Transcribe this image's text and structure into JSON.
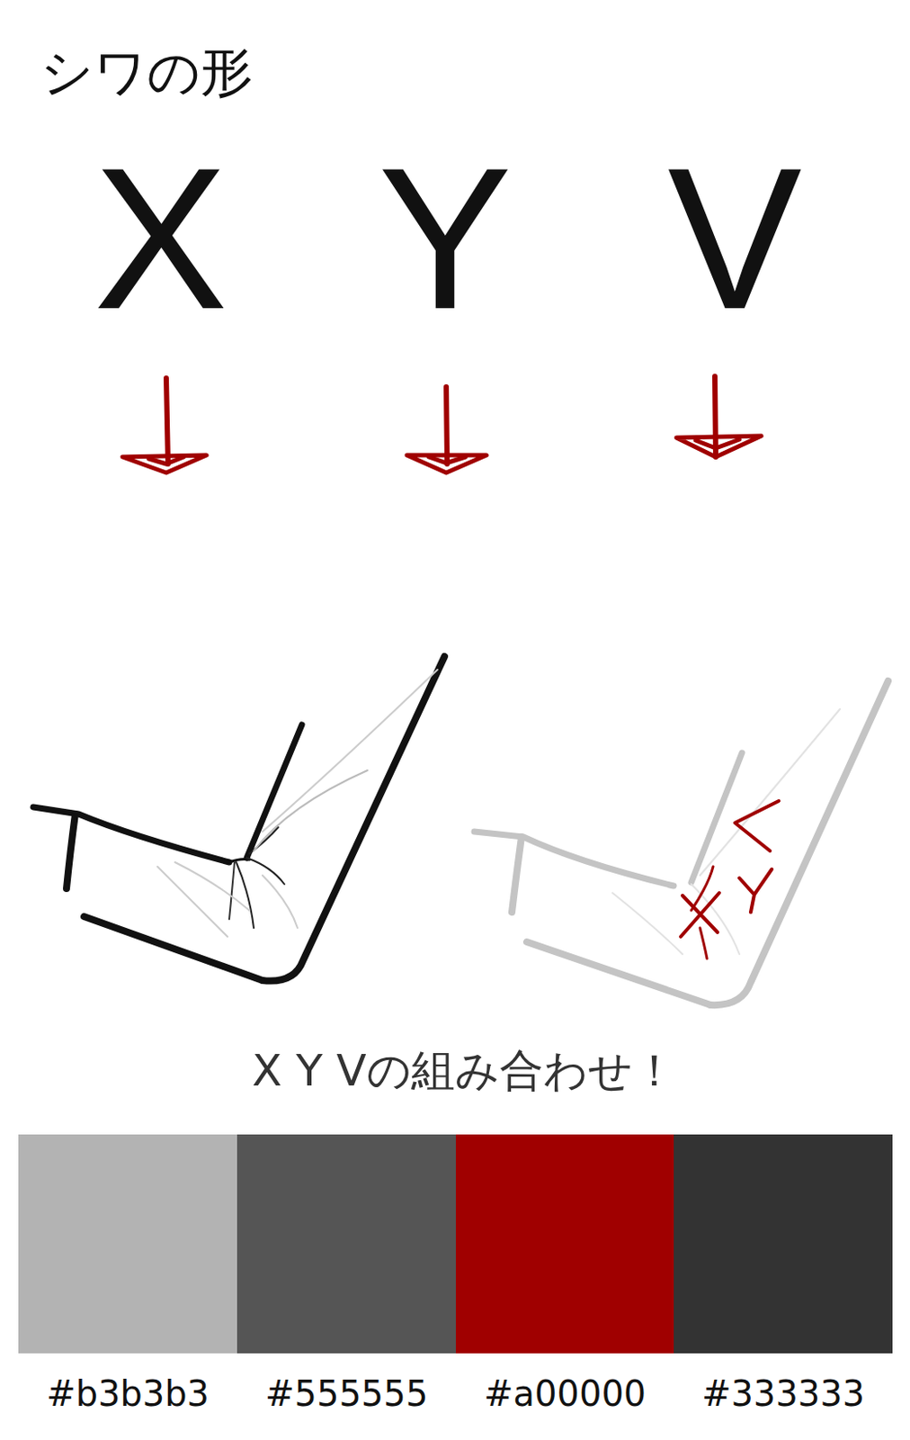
{
  "diagram": {
    "title": "シワの形",
    "caption": "X Y Vの組み合わせ！",
    "labels": [
      "X",
      "Y",
      "V"
    ],
    "legend": [
      {
        "text": "#b3b3b3",
        "color": "#b3b3b3"
      },
      {
        "text": "#555555",
        "color": "#555555"
      },
      {
        "text": "#a00000",
        "color": "#a00000"
      },
      {
        "text": "#333333",
        "color": "#333333"
      }
    ]
  }
}
